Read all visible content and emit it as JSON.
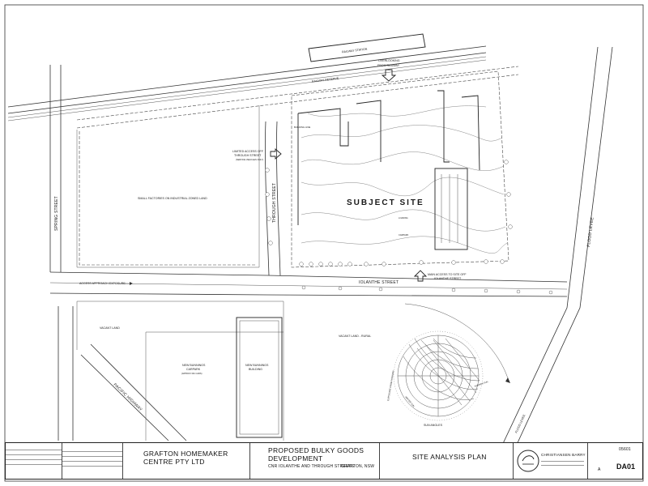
{
  "labels": {
    "railway_station": "RAILWAY STATION",
    "overlooking": [
      "OVERLOOKING",
      "FROM RAILWAY"
    ],
    "railway_reserve": "RAILWAY RESERVE",
    "limited_access": [
      "LIMITED ACCESS OFF",
      "THROUGH STREET"
    ],
    "limited_access_note": "(SERVICE VEHICLES ONLY)",
    "small_factories": "SMALL FACTORIES ON INDUSTRIAL ZONED LAND",
    "subject_site": "SUBJECT SITE",
    "through_street": "THROUGH STREET",
    "spring_street": "SPRING STREET",
    "flood_levee": "FLOOD LEVEE",
    "flood_levee_2": "FLOOD LEVEE",
    "access_approach": "ACCESS APPROACH EXPOSURE",
    "main_access": [
      "MAIN ACCESS TO SITE OFF",
      "IOLANTHE STREET"
    ],
    "iolanthe_street": "IOLANTHE STREET",
    "vacant_land": "VACANT LAND",
    "vacant_land_rural": "VACANT LAND - RURAL",
    "new_bunnings_carpark": [
      "NEW BUNNINGS",
      "CARPARK"
    ],
    "new_bunnings_carpark_note": "(APPROX 301 CARS)",
    "new_bunnings_building": [
      "NEW BUNNINGS",
      "BUILDING"
    ],
    "pacific_highway": "PACIFIC HIGHWAY",
    "sun_angles": "SUN ANGLES",
    "exposure_from_highway": "EXPOSURE FROM HIGHWAY",
    "winter_sun": "WINTER SUN",
    "summer_sun": "SUMMER SUN",
    "building_line": "BUILDING LINE",
    "loading": "LOADING",
    "carpark_small": "CARPARK"
  },
  "title_block": {
    "client": [
      "GRAFTON HOMEMAKER",
      "CENTRE PTY LTD"
    ],
    "project": [
      "PROPOSED BULKY GOODS",
      "DEVELOPMENT"
    ],
    "address": "CNR IOLANTHE AND THROUGH STREETS",
    "town": "GRAFTON, NSW",
    "drawing_title": "SITE ANALYSIS PLAN",
    "firm": "CHRISTIANSEN BARRY",
    "job_number": "05601",
    "revision": "A",
    "drawing_number": "DA01"
  },
  "colors": {
    "ink": "#1a1a1a",
    "paper": "#ffffff"
  }
}
